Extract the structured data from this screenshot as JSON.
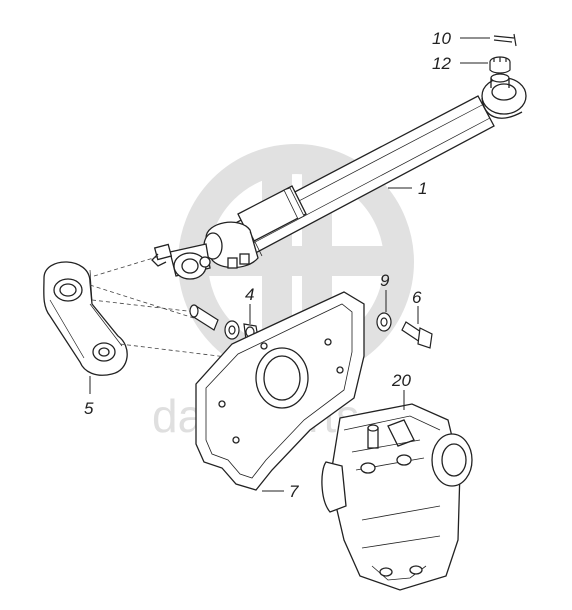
{
  "watermark": {
    "text": "data-parts",
    "color": "#cfcfcf"
  },
  "colors": {
    "line": "#222222",
    "background": "#ffffff"
  },
  "callouts": [
    {
      "id": "1",
      "label": "1"
    },
    {
      "id": "4",
      "label": "4"
    },
    {
      "id": "5",
      "label": "5"
    },
    {
      "id": "6",
      "label": "6"
    },
    {
      "id": "7",
      "label": "7"
    },
    {
      "id": "9",
      "label": "9"
    },
    {
      "id": "10",
      "label": "10"
    },
    {
      "id": "12",
      "label": "12"
    },
    {
      "id": "20",
      "label": "20"
    }
  ]
}
